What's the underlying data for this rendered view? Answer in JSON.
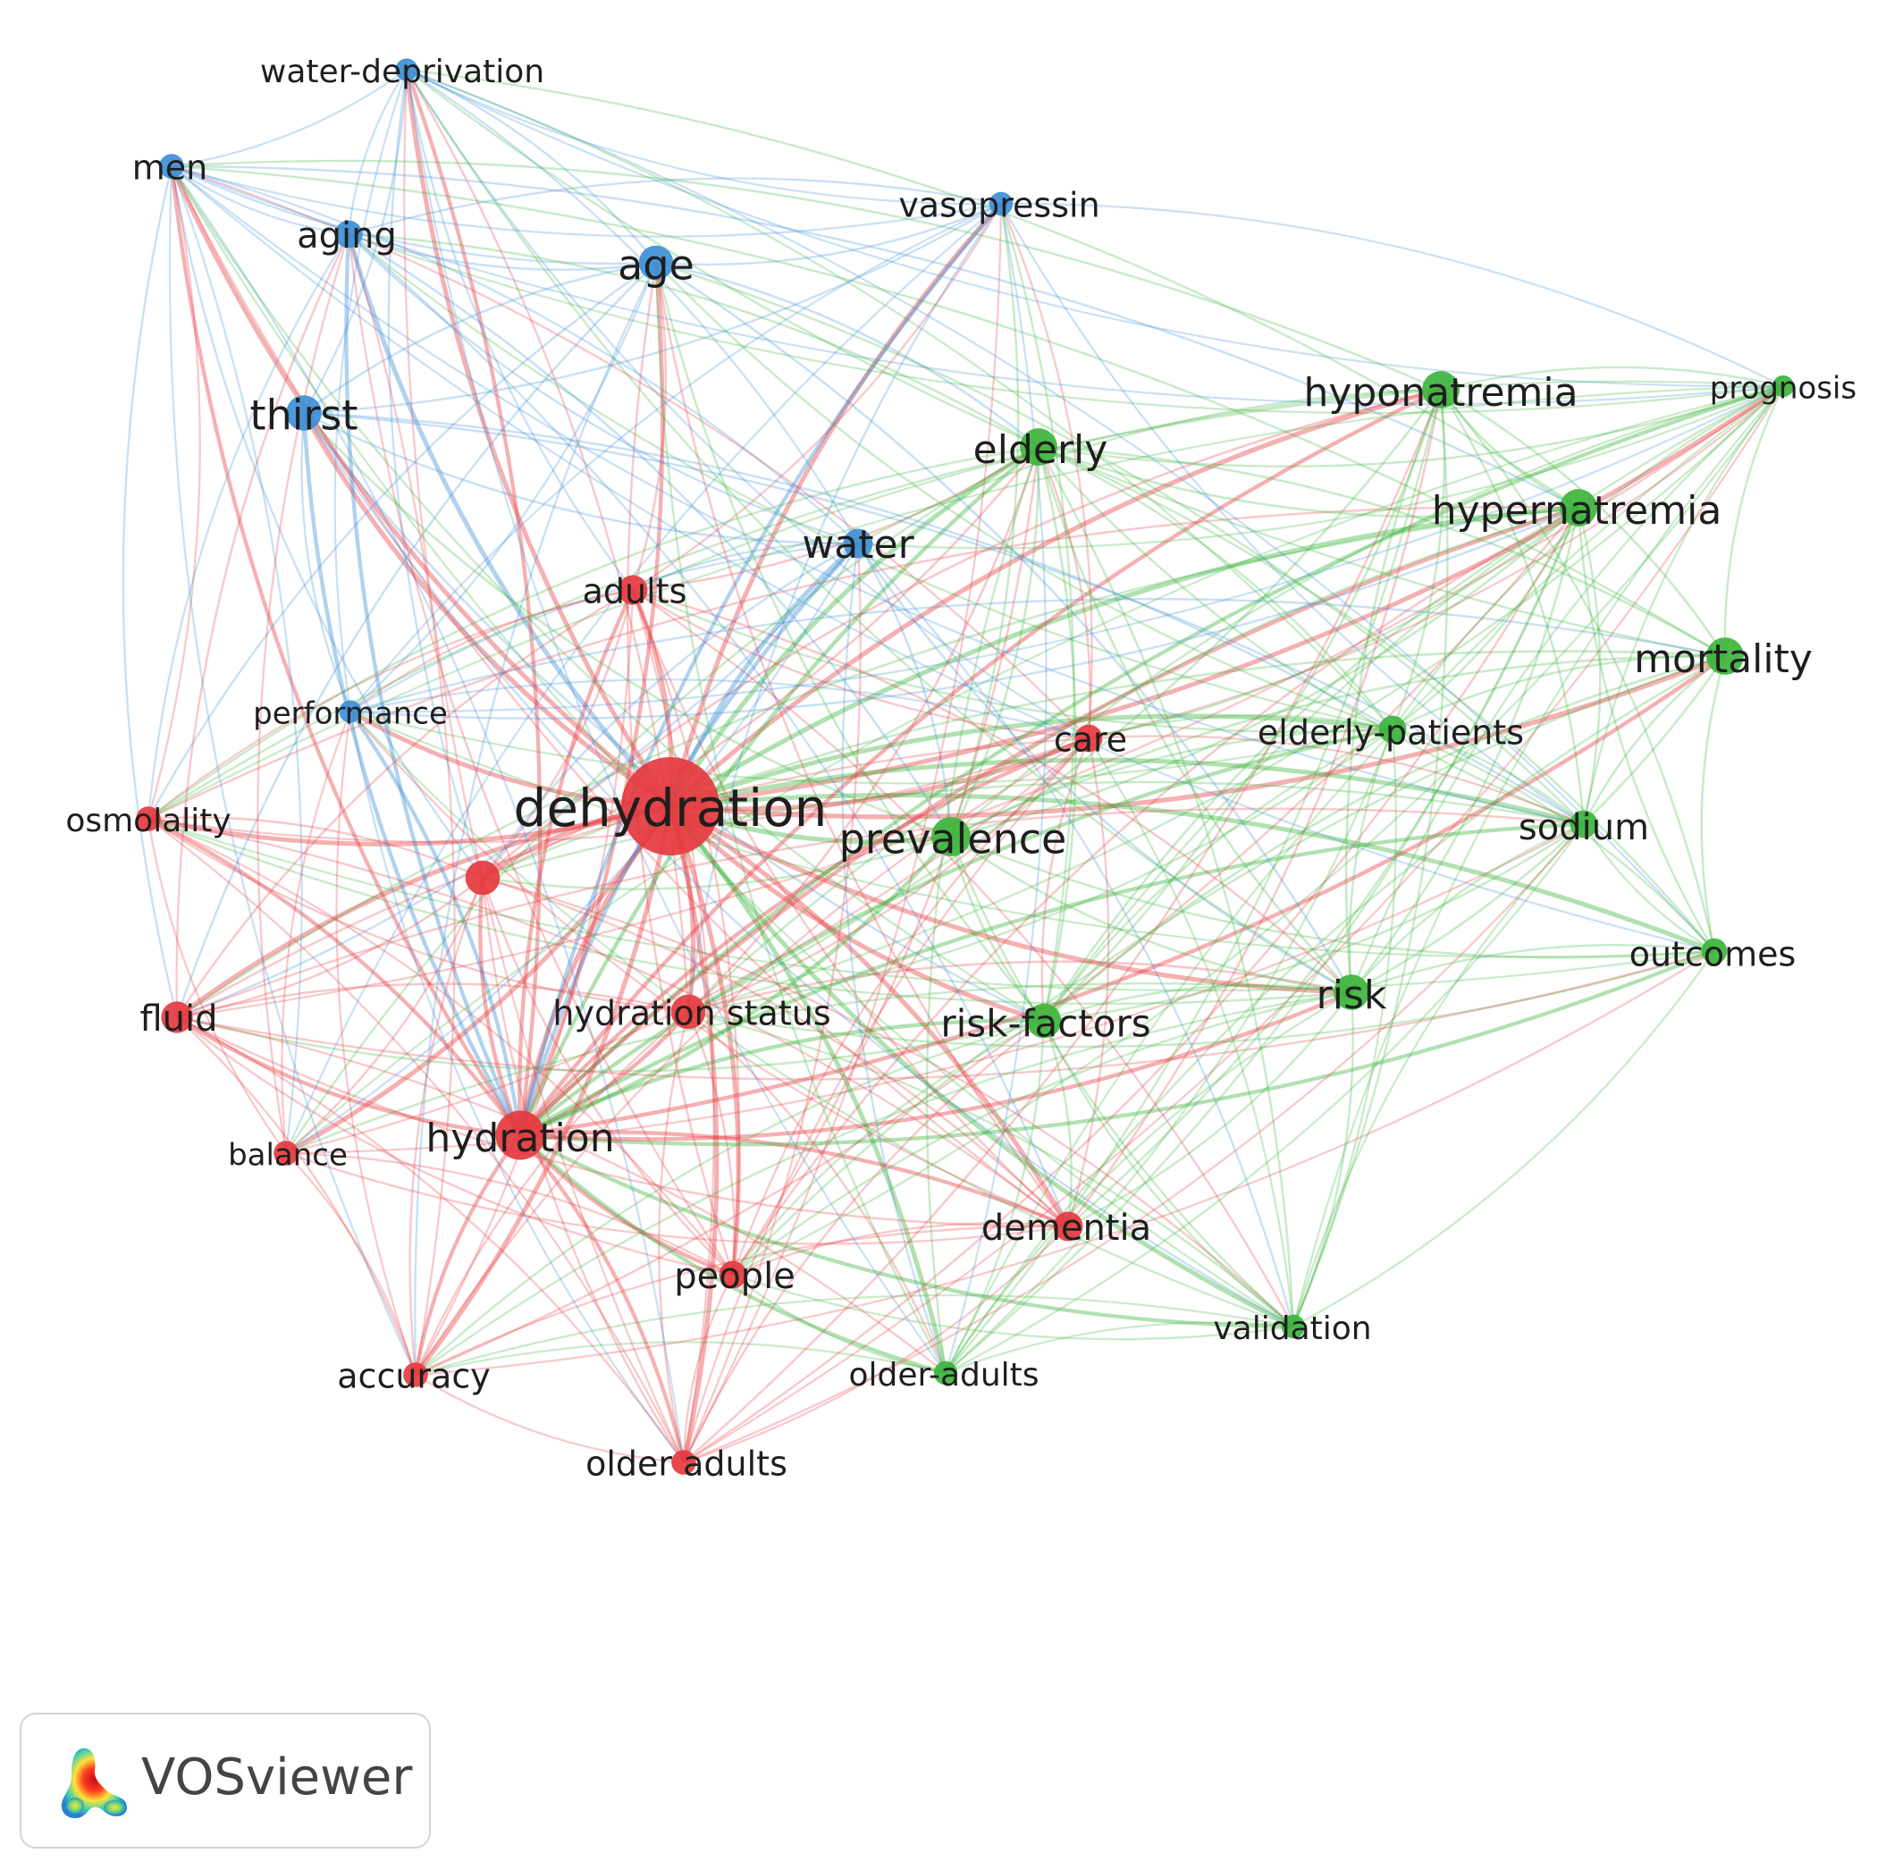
{
  "clusters": {
    "red": "#e6393f",
    "green": "#3cb43c",
    "blue": "#3d8fd6"
  },
  "nodes": [
    {
      "id": "dehydration",
      "label": "dehydration",
      "cluster": "red",
      "weight": 10
    },
    {
      "id": "hydration",
      "label": "hydration",
      "cluster": "red",
      "weight": 5
    },
    {
      "id": "hydration-status",
      "label": "hydration status",
      "cluster": "red",
      "weight": 3.5
    },
    {
      "id": "adults",
      "label": "adults",
      "cluster": "red",
      "weight": 3
    },
    {
      "id": "unlabeled-red",
      "label": "",
      "cluster": "red",
      "weight": 3.5
    },
    {
      "id": "osmolality",
      "label": "osmolality",
      "cluster": "red",
      "weight": 2.5
    },
    {
      "id": "fluid",
      "label": "fluid",
      "cluster": "red",
      "weight": 3.2
    },
    {
      "id": "balance",
      "label": "balance",
      "cluster": "red",
      "weight": 2.5
    },
    {
      "id": "accuracy",
      "label": "accuracy",
      "cluster": "red",
      "weight": 2.5
    },
    {
      "id": "older-adults-red",
      "label": "older adults",
      "cluster": "red",
      "weight": 2.5
    },
    {
      "id": "people",
      "label": "people",
      "cluster": "red",
      "weight": 2.8
    },
    {
      "id": "dementia",
      "label": "dementia",
      "cluster": "red",
      "weight": 3
    },
    {
      "id": "care",
      "label": "care",
      "cluster": "red",
      "weight": 2.8
    },
    {
      "id": "water-deprivation",
      "label": "water-deprivation",
      "cluster": "blue",
      "weight": 2.3
    },
    {
      "id": "men",
      "label": "men",
      "cluster": "blue",
      "weight": 2.5
    },
    {
      "id": "aging",
      "label": "aging",
      "cluster": "blue",
      "weight": 2.8
    },
    {
      "id": "age",
      "label": "age",
      "cluster": "blue",
      "weight": 3.5
    },
    {
      "id": "thirst",
      "label": "thirst",
      "cluster": "blue",
      "weight": 3.6
    },
    {
      "id": "vasopressin",
      "label": "vasopressin",
      "cluster": "blue",
      "weight": 2.4
    },
    {
      "id": "water",
      "label": "water",
      "cluster": "blue",
      "weight": 3
    },
    {
      "id": "performance",
      "label": "performance",
      "cluster": "blue",
      "weight": 2.3
    },
    {
      "id": "hyponatremia",
      "label": "hyponatremia",
      "cluster": "green",
      "weight": 3.8
    },
    {
      "id": "prognosis",
      "label": "prognosis",
      "cluster": "green",
      "weight": 2.2
    },
    {
      "id": "elderly",
      "label": "elderly",
      "cluster": "green",
      "weight": 3.8
    },
    {
      "id": "hypernatremia",
      "label": "hypernatremia",
      "cluster": "green",
      "weight": 3.8
    },
    {
      "id": "mortality",
      "label": "mortality",
      "cluster": "green",
      "weight": 3.8
    },
    {
      "id": "elderly-patients",
      "label": "elderly-patients",
      "cluster": "green",
      "weight": 2.8
    },
    {
      "id": "prevalence",
      "label": "prevalence",
      "cluster": "green",
      "weight": 4
    },
    {
      "id": "sodium",
      "label": "sodium",
      "cluster": "green",
      "weight": 2.8
    },
    {
      "id": "outcomes",
      "label": "outcomes",
      "cluster": "green",
      "weight": 2.6
    },
    {
      "id": "risk",
      "label": "risk",
      "cluster": "green",
      "weight": 3.6
    },
    {
      "id": "risk-factors",
      "label": "risk-factors",
      "cluster": "green",
      "weight": 3.5
    },
    {
      "id": "validation",
      "label": "validation",
      "cluster": "green",
      "weight": 2.4
    },
    {
      "id": "older-adults-green",
      "label": "older-adults",
      "cluster": "green",
      "weight": 2.4
    }
  ],
  "branding": {
    "logo_text": "VOSviewer"
  }
}
